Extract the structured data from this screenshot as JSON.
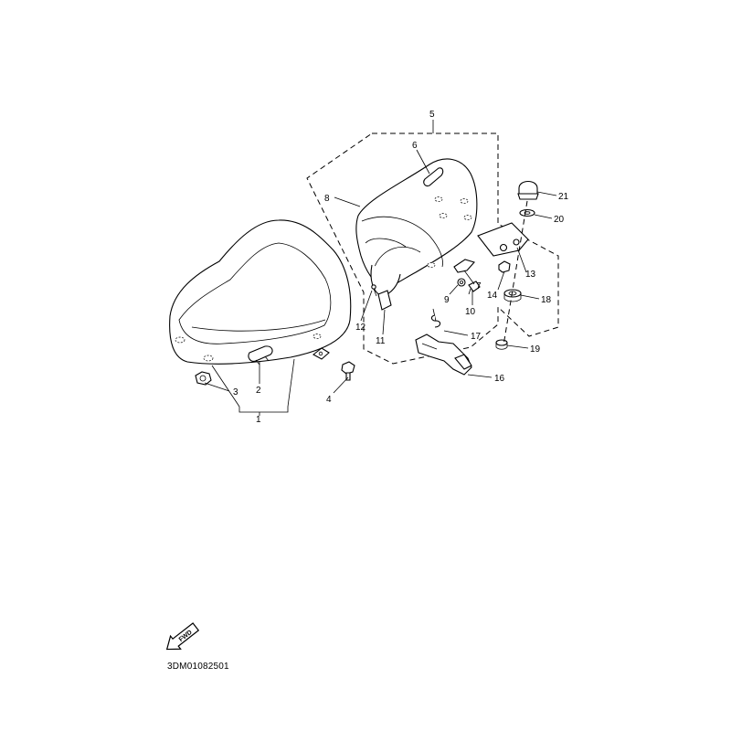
{
  "diagram": {
    "callouts": [
      "1",
      "2",
      "3",
      "4",
      "5",
      "6",
      "7",
      "8",
      "9",
      "10",
      "11",
      "12",
      "13",
      "14",
      "16",
      "17",
      "18",
      "19",
      "20",
      "21"
    ],
    "arrow_label": "FWD",
    "caption": "3DM01082501"
  }
}
